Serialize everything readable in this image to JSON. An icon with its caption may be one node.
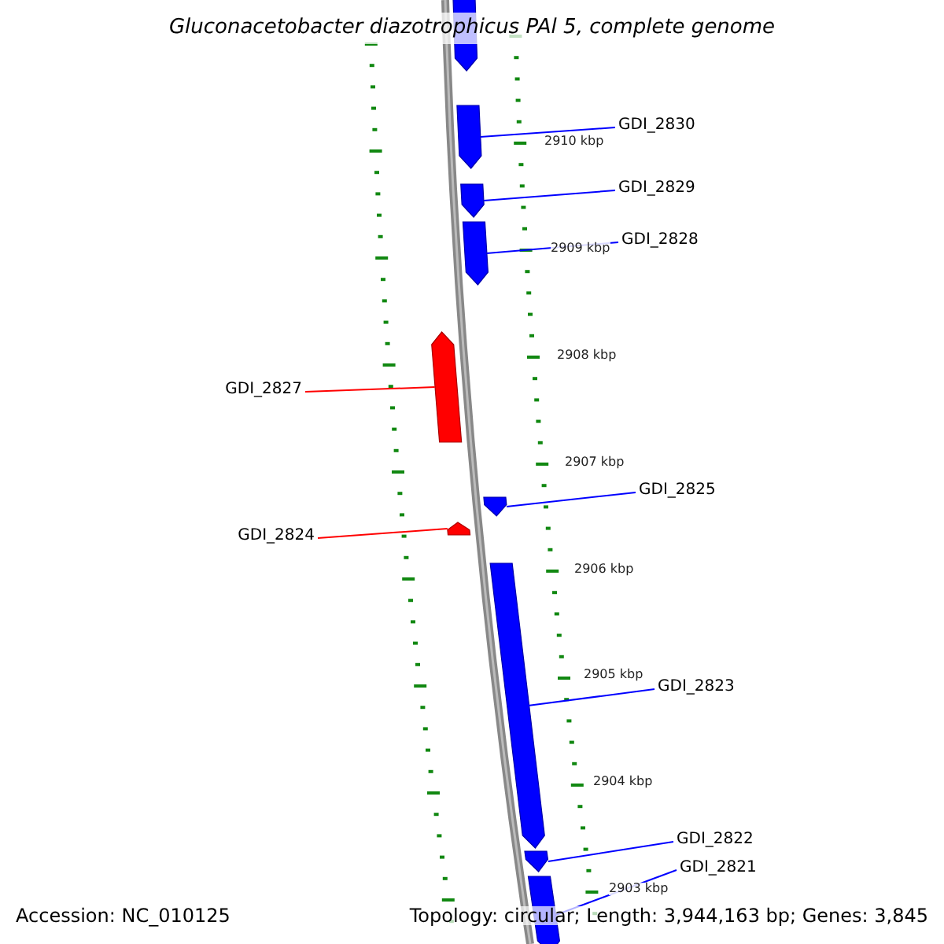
{
  "diagram": {
    "title": "Gluconacetobacter diazotrophicus PAl 5, complete genome",
    "nodes": [
      {
        "text": [
          "GDI_2830"
        ]
      },
      {
        "text": [
          "GDI_2829"
        ]
      },
      {
        "text": [
          "GDI_2828"
        ]
      },
      {
        "text": [
          "GDI_2827"
        ]
      },
      {
        "text": [
          "GDI_2825"
        ]
      },
      {
        "text": [
          "GDI_2824"
        ]
      },
      {
        "text": [
          "GDI_2823"
        ]
      },
      {
        "text": [
          "GDI_2822"
        ]
      },
      {
        "text": [
          "GDI_2821"
        ]
      },
      {
        "text": [],
        "shape": "arrow"
      },
      {
        "text": [],
        "shape": "arrow"
      },
      {
        "text": [],
        "shape": "arrow"
      },
      {
        "text": [],
        "shape": "arrow"
      },
      {
        "text": [],
        "shape": "arrow"
      },
      {
        "text": [],
        "shape": "arrow"
      },
      {
        "text": [],
        "shape": "arrow"
      },
      {
        "text": [],
        "shape": "arrow"
      },
      {
        "text": [],
        "shape": "arrow"
      },
      {
        "text": [],
        "shape": "arrow"
      }
    ],
    "edges": [
      {
        "from": 0,
        "to": 10,
        "arrow": "none"
      },
      {
        "from": 1,
        "to": 11,
        "arrow": "none"
      },
      {
        "from": 2,
        "to": 12,
        "arrow": "none"
      },
      {
        "from": 3,
        "to": 13,
        "arrow": "none",
        "color": "#ff0000"
      },
      {
        "from": 4,
        "to": 14,
        "arrow": "none"
      },
      {
        "from": 5,
        "to": 15,
        "arrow": "none",
        "color": "#ff0000"
      },
      {
        "from": 6,
        "to": 16,
        "arrow": "none"
      },
      {
        "from": 7,
        "to": 17,
        "arrow": "none"
      },
      {
        "from": 8,
        "to": 18,
        "arrow": "none"
      }
    ],
    "labels": [
      "2910 kbp",
      "2909 kbp",
      "2908 kbp",
      "2907 kbp",
      "2906 kbp",
      "2905 kbp",
      "2904 kbp",
      "2903 kbp",
      "Accession: NC_010125",
      "Topology: circular; Length: 3,944,163 bp; Genes: 3,845"
    ]
  }
}
